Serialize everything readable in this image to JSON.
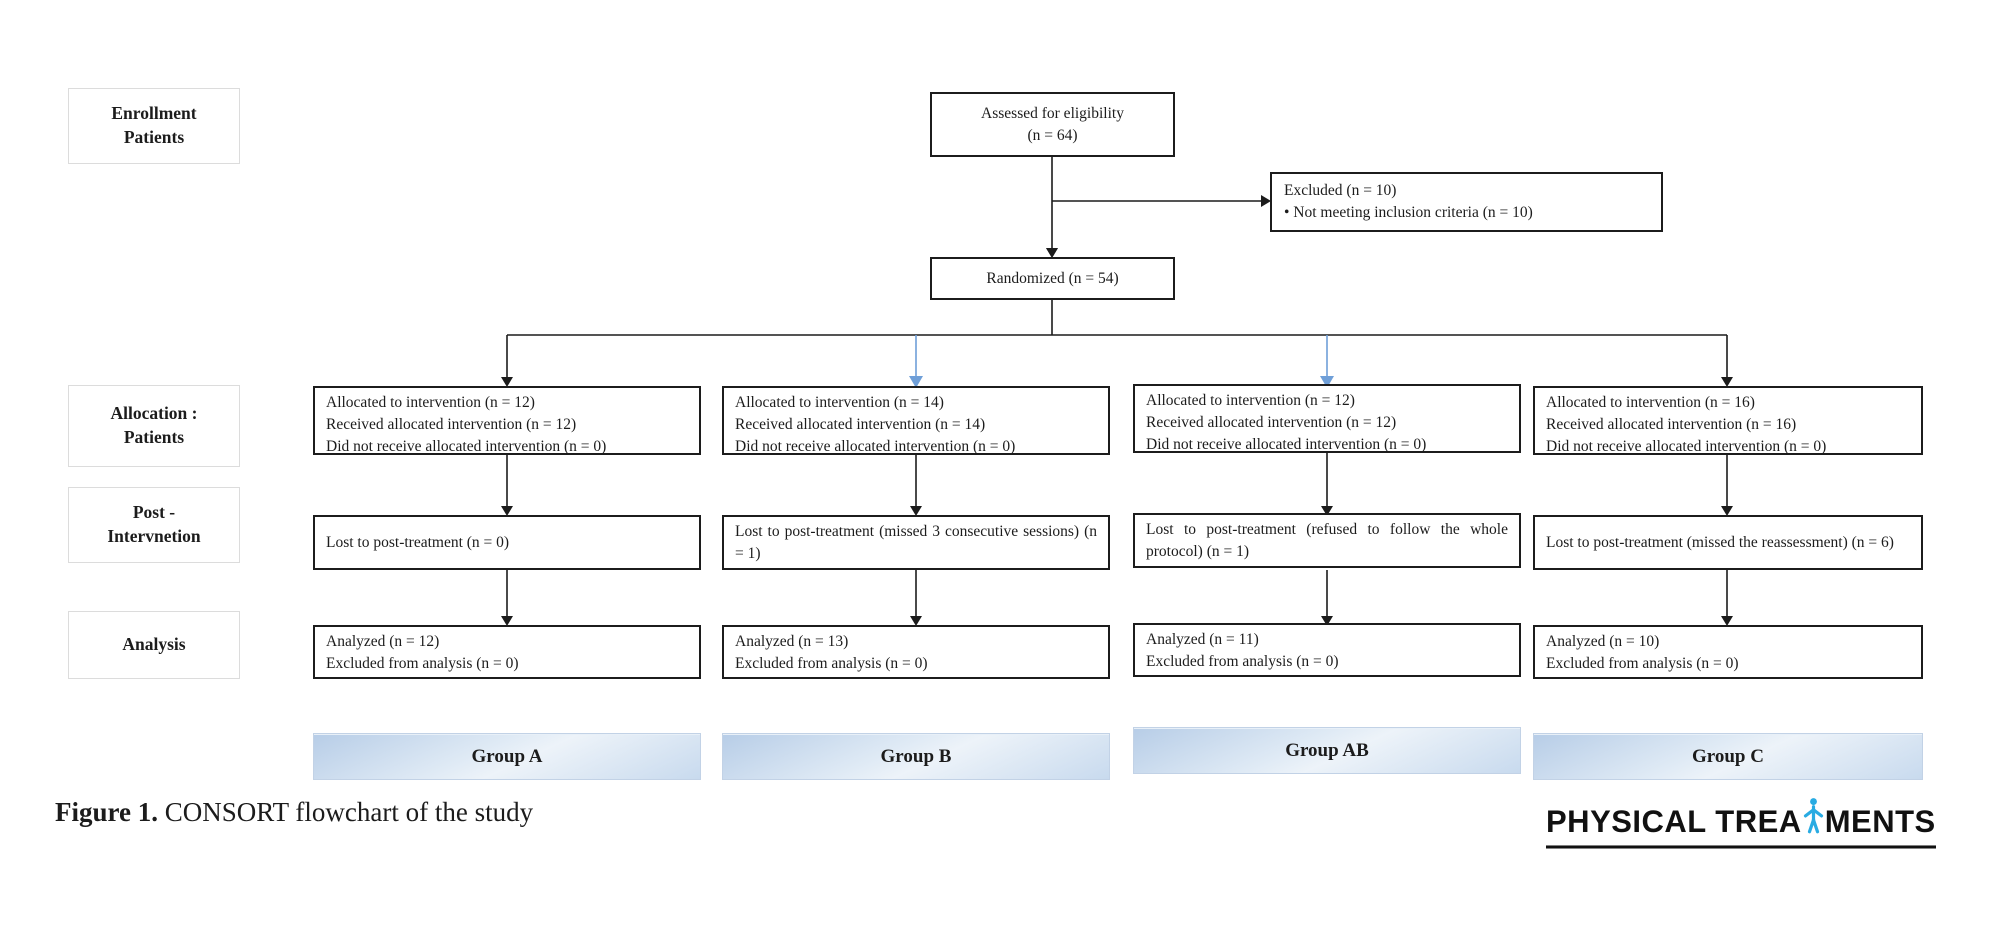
{
  "figure_caption": {
    "label": "Figure 1.",
    "text": " CONSORT flowchart of the study"
  },
  "journal_logo": {
    "text_left": "PHYSICAL TREA",
    "text_right": "MENTS",
    "person_icon_color": "#29abe2"
  },
  "stage_labels": {
    "enrollment": "Enrollment\nPatients",
    "allocation": "Allocation :\nPatients",
    "post_intervention": "Post -\nIntervnetion",
    "analysis": "Analysis"
  },
  "flow": {
    "assessed": "Assessed for eligibility\n(n = 64)",
    "excluded": "Excluded (n = 10)\n• Not meeting inclusion criteria (n = 10)",
    "randomized": "Randomized (n = 54)"
  },
  "groups": [
    {
      "name": "Group A",
      "allocation": "Allocated to intervention (n = 12)\nReceived allocated intervention (n = 12)\nDid not receive allocated intervention (n = 0)",
      "post_treatment": "Lost to post-treatment (n = 0)",
      "analysis": "Analyzed (n = 12)\nExcluded from analysis (n = 0)"
    },
    {
      "name": "Group B",
      "allocation": "Allocated to intervention (n = 14)\nReceived allocated intervention (n = 14)\nDid not receive allocated intervention (n = 0)",
      "post_treatment": "Lost to post-treatment (missed 3 consecutive sessions) (n = 1)",
      "analysis": "Analyzed (n = 13)\nExcluded from analysis (n = 0)"
    },
    {
      "name": "Group AB",
      "allocation": "Allocated to intervention (n = 12)\nReceived allocated intervention (n = 12)\nDid not receive allocated intervention (n = 0)",
      "post_treatment": "Lost to post-treatment (refused to follow the whole protocol) (n = 1)",
      "analysis": "Analyzed (n = 11)\nExcluded from analysis (n = 0)"
    },
    {
      "name": "Group C",
      "allocation": "Allocated to intervention (n = 16)\nReceived allocated intervention (n = 16)\nDid not receive allocated intervention (n = 0)",
      "post_treatment": "Lost to post-treatment (missed the reassessment) (n = 6)",
      "analysis": "Analyzed (n = 10)\nExcluded from analysis (n = 0)"
    }
  ],
  "colors": {
    "connector_black": "#1c1c1c",
    "connector_blue": "#6f9fd8",
    "group_label_blue_top": "#b7cde7",
    "group_label_blue_bottom": "#c8daee"
  }
}
